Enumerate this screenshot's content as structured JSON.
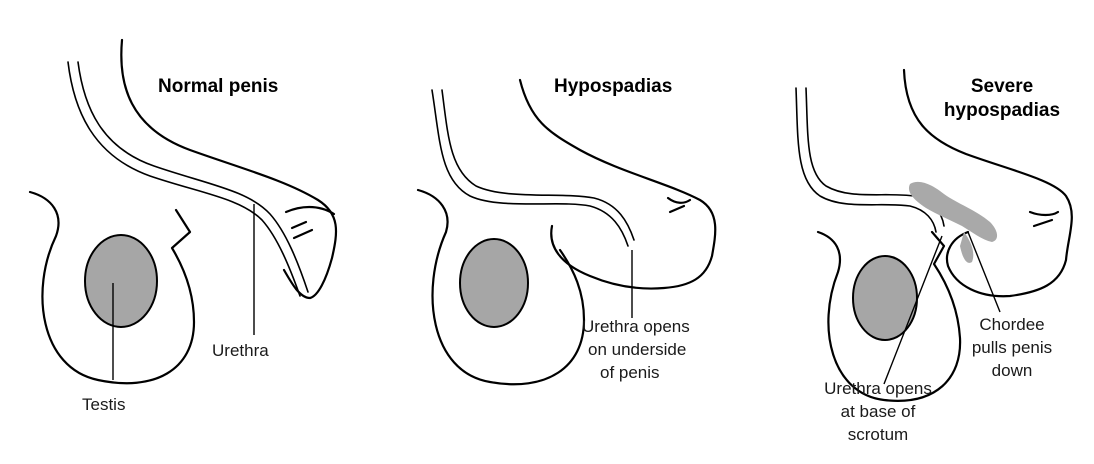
{
  "colors": {
    "testis_fill": "#a6a6a6",
    "chordee_fill": "#a9a9a9",
    "line": "#000000",
    "background": "#ffffff"
  },
  "panels": [
    {
      "title_lines": [
        "Normal penis"
      ],
      "labels": {
        "testis": [
          "Testis"
        ],
        "urethra": [
          "Urethra"
        ]
      }
    },
    {
      "title_lines": [
        "Hypospadias"
      ],
      "labels": {
        "urethra_opening": [
          "Urethra opens",
          "on underside",
          "of penis"
        ]
      }
    },
    {
      "title_lines": [
        "Severe",
        "hypospadias"
      ],
      "labels": {
        "urethra_opening": [
          "Urethra opens",
          "at base of",
          "scrotum"
        ],
        "chordee": [
          "Chordee",
          "pulls penis",
          "down"
        ]
      }
    }
  ]
}
